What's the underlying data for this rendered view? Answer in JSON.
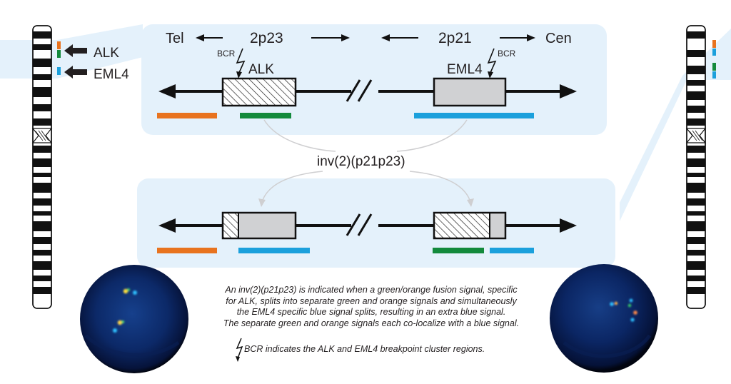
{
  "labels": {
    "tel": "Tel",
    "cen": "Cen",
    "band_2p23": "2p23",
    "band_2p21": "2p21",
    "bcr": "BCR",
    "alk": "ALK",
    "eml4": "EML4",
    "legend_alk": "ALK",
    "legend_eml4": "EML4",
    "inversion": "inv(2)(p21p23)"
  },
  "caption": {
    "line1": "An inv(2)(p21p23) is indicated when a green/orange fusion signal, specific",
    "line2": "for ALK, splits into separate green and orange signals and simultaneously",
    "line3": "the EML4 specific blue signal splits, resulting in an extra blue signal.",
    "line4": "The separate green and orange signals each co-localize with a blue signal."
  },
  "note": "BCR indicates the ALK and EML4 breakpoint cluster regions.",
  "colors": {
    "orange": "#e8731f",
    "green": "#138a3c",
    "blue": "#1ba0dc",
    "panel": "#e4f1fb",
    "line": "#111111",
    "gene_box": "#d0d1d3"
  }
}
